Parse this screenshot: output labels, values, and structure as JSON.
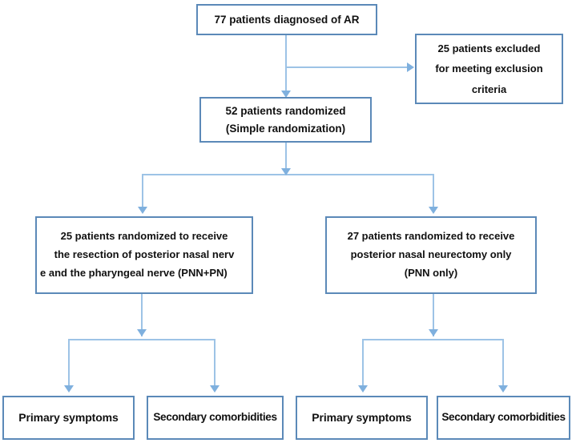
{
  "diagram": {
    "type": "flowchart",
    "title": "CONSORT participant flow diagram",
    "colors": {
      "box_border": "#5b89b8",
      "connector": "#9dc3e6",
      "arrowhead": "#7fb0de",
      "background": "#ffffff",
      "text": "#111111"
    },
    "nodes": {
      "enrollment": {
        "lines": [
          "77 patients diagnosed of AR"
        ]
      },
      "excluded": {
        "lines": [
          "25 patients excluded",
          "for meeting exclusion",
          "criteria"
        ]
      },
      "randomized": {
        "lines": [
          "52 patients randomized",
          "(Simple randomization)"
        ]
      },
      "arm_left": {
        "lines": [
          "25 patients randomized to receive",
          "the resection of posterior nasal nerv",
          "e  and the pharyngeal nerve (PNN+PN)"
        ]
      },
      "arm_right": {
        "lines": [
          "27 patients randomized to receive",
          "posterior nasal neurectomy only",
          "(PNN only)"
        ]
      },
      "outcome_left_primary": {
        "lines": [
          "Primary symptoms"
        ]
      },
      "outcome_left_secondary": {
        "lines": [
          "Secondary comorbidities"
        ]
      },
      "outcome_right_primary": {
        "lines": [
          "Primary symptoms"
        ]
      },
      "outcome_right_secondary": {
        "lines": [
          "Secondary comorbidities"
        ]
      }
    }
  }
}
